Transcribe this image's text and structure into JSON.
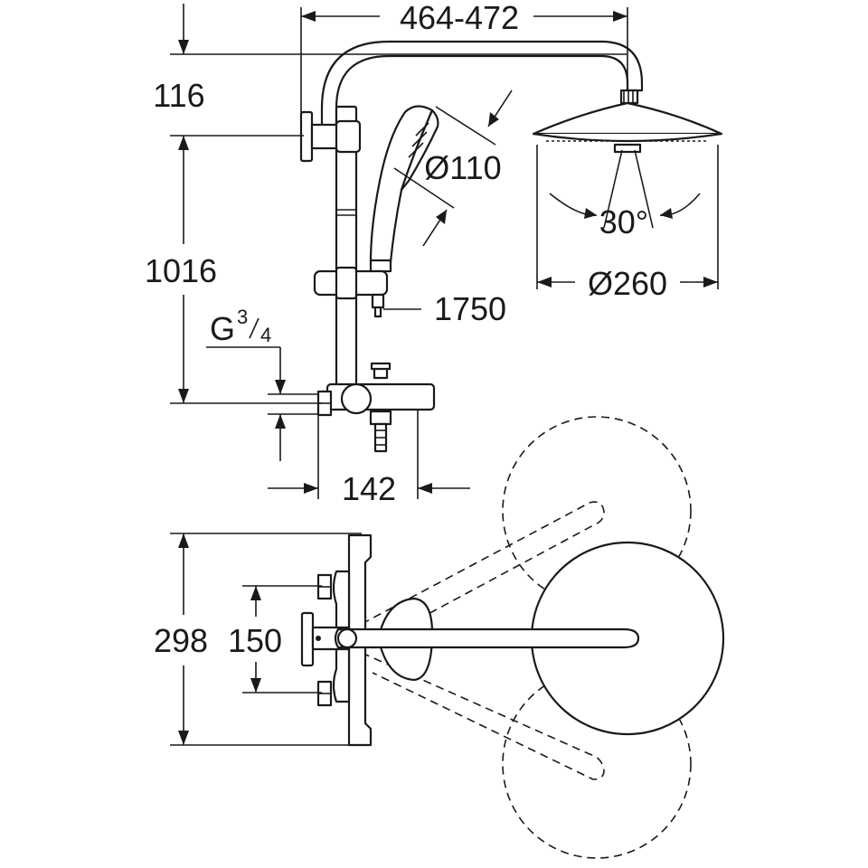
{
  "dimensions": {
    "projection_width": "464-472",
    "top_offset": "116",
    "height": "1016",
    "hand_shower_diameter": "Ø110",
    "head_shower_diameter": "Ø260",
    "spray_angle": "30°",
    "hose_length": "1750",
    "thread": {
      "base": "G",
      "numerator": "3",
      "denominator": "4"
    },
    "outlet_spacing": "142",
    "mixer_height": "298",
    "inlet_spacing": "150"
  }
}
